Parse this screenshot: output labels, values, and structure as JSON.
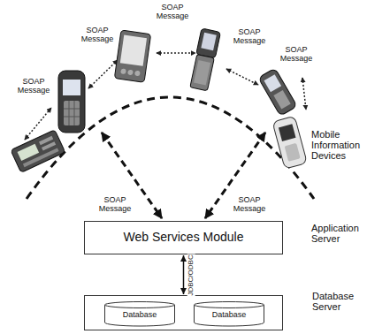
{
  "diagram": {
    "nodes": [
      {
        "text": [
          "Web Services Module"
        ]
      },
      {
        "text": [
          "Database Server"
        ]
      },
      {
        "text": [
          "Database"
        ],
        "in": 1
      },
      {
        "text": [
          "Database"
        ],
        "in": 1
      }
    ],
    "edges": [
      {
        "from": 0,
        "to": 1,
        "arrow": "both",
        "label": "JDBC/ODBC"
      }
    ],
    "labels": [
      "SOAP Message",
      "SOAP Message",
      "SOAP Message",
      "SOAP Message",
      "SOAP Message",
      "SOAP Message",
      "SOAP Message",
      "Mobile Information Devices",
      "Application Server"
    ]
  }
}
